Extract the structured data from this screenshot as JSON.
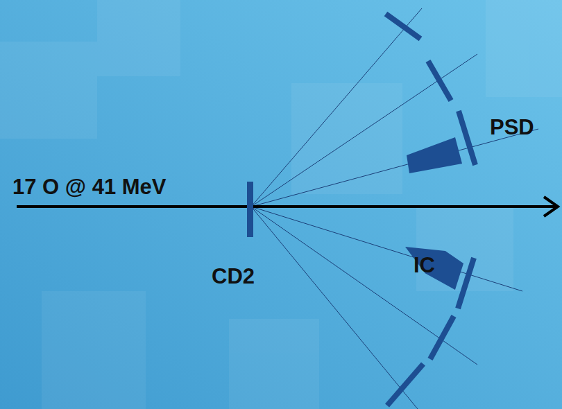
{
  "diagram": {
    "nodes": [
      {
        "text": [
          "IC"
        ]
      }
    ],
    "labels": [
      "17 O @ 41 MeV",
      "PSD",
      "CD2"
    ]
  }
}
